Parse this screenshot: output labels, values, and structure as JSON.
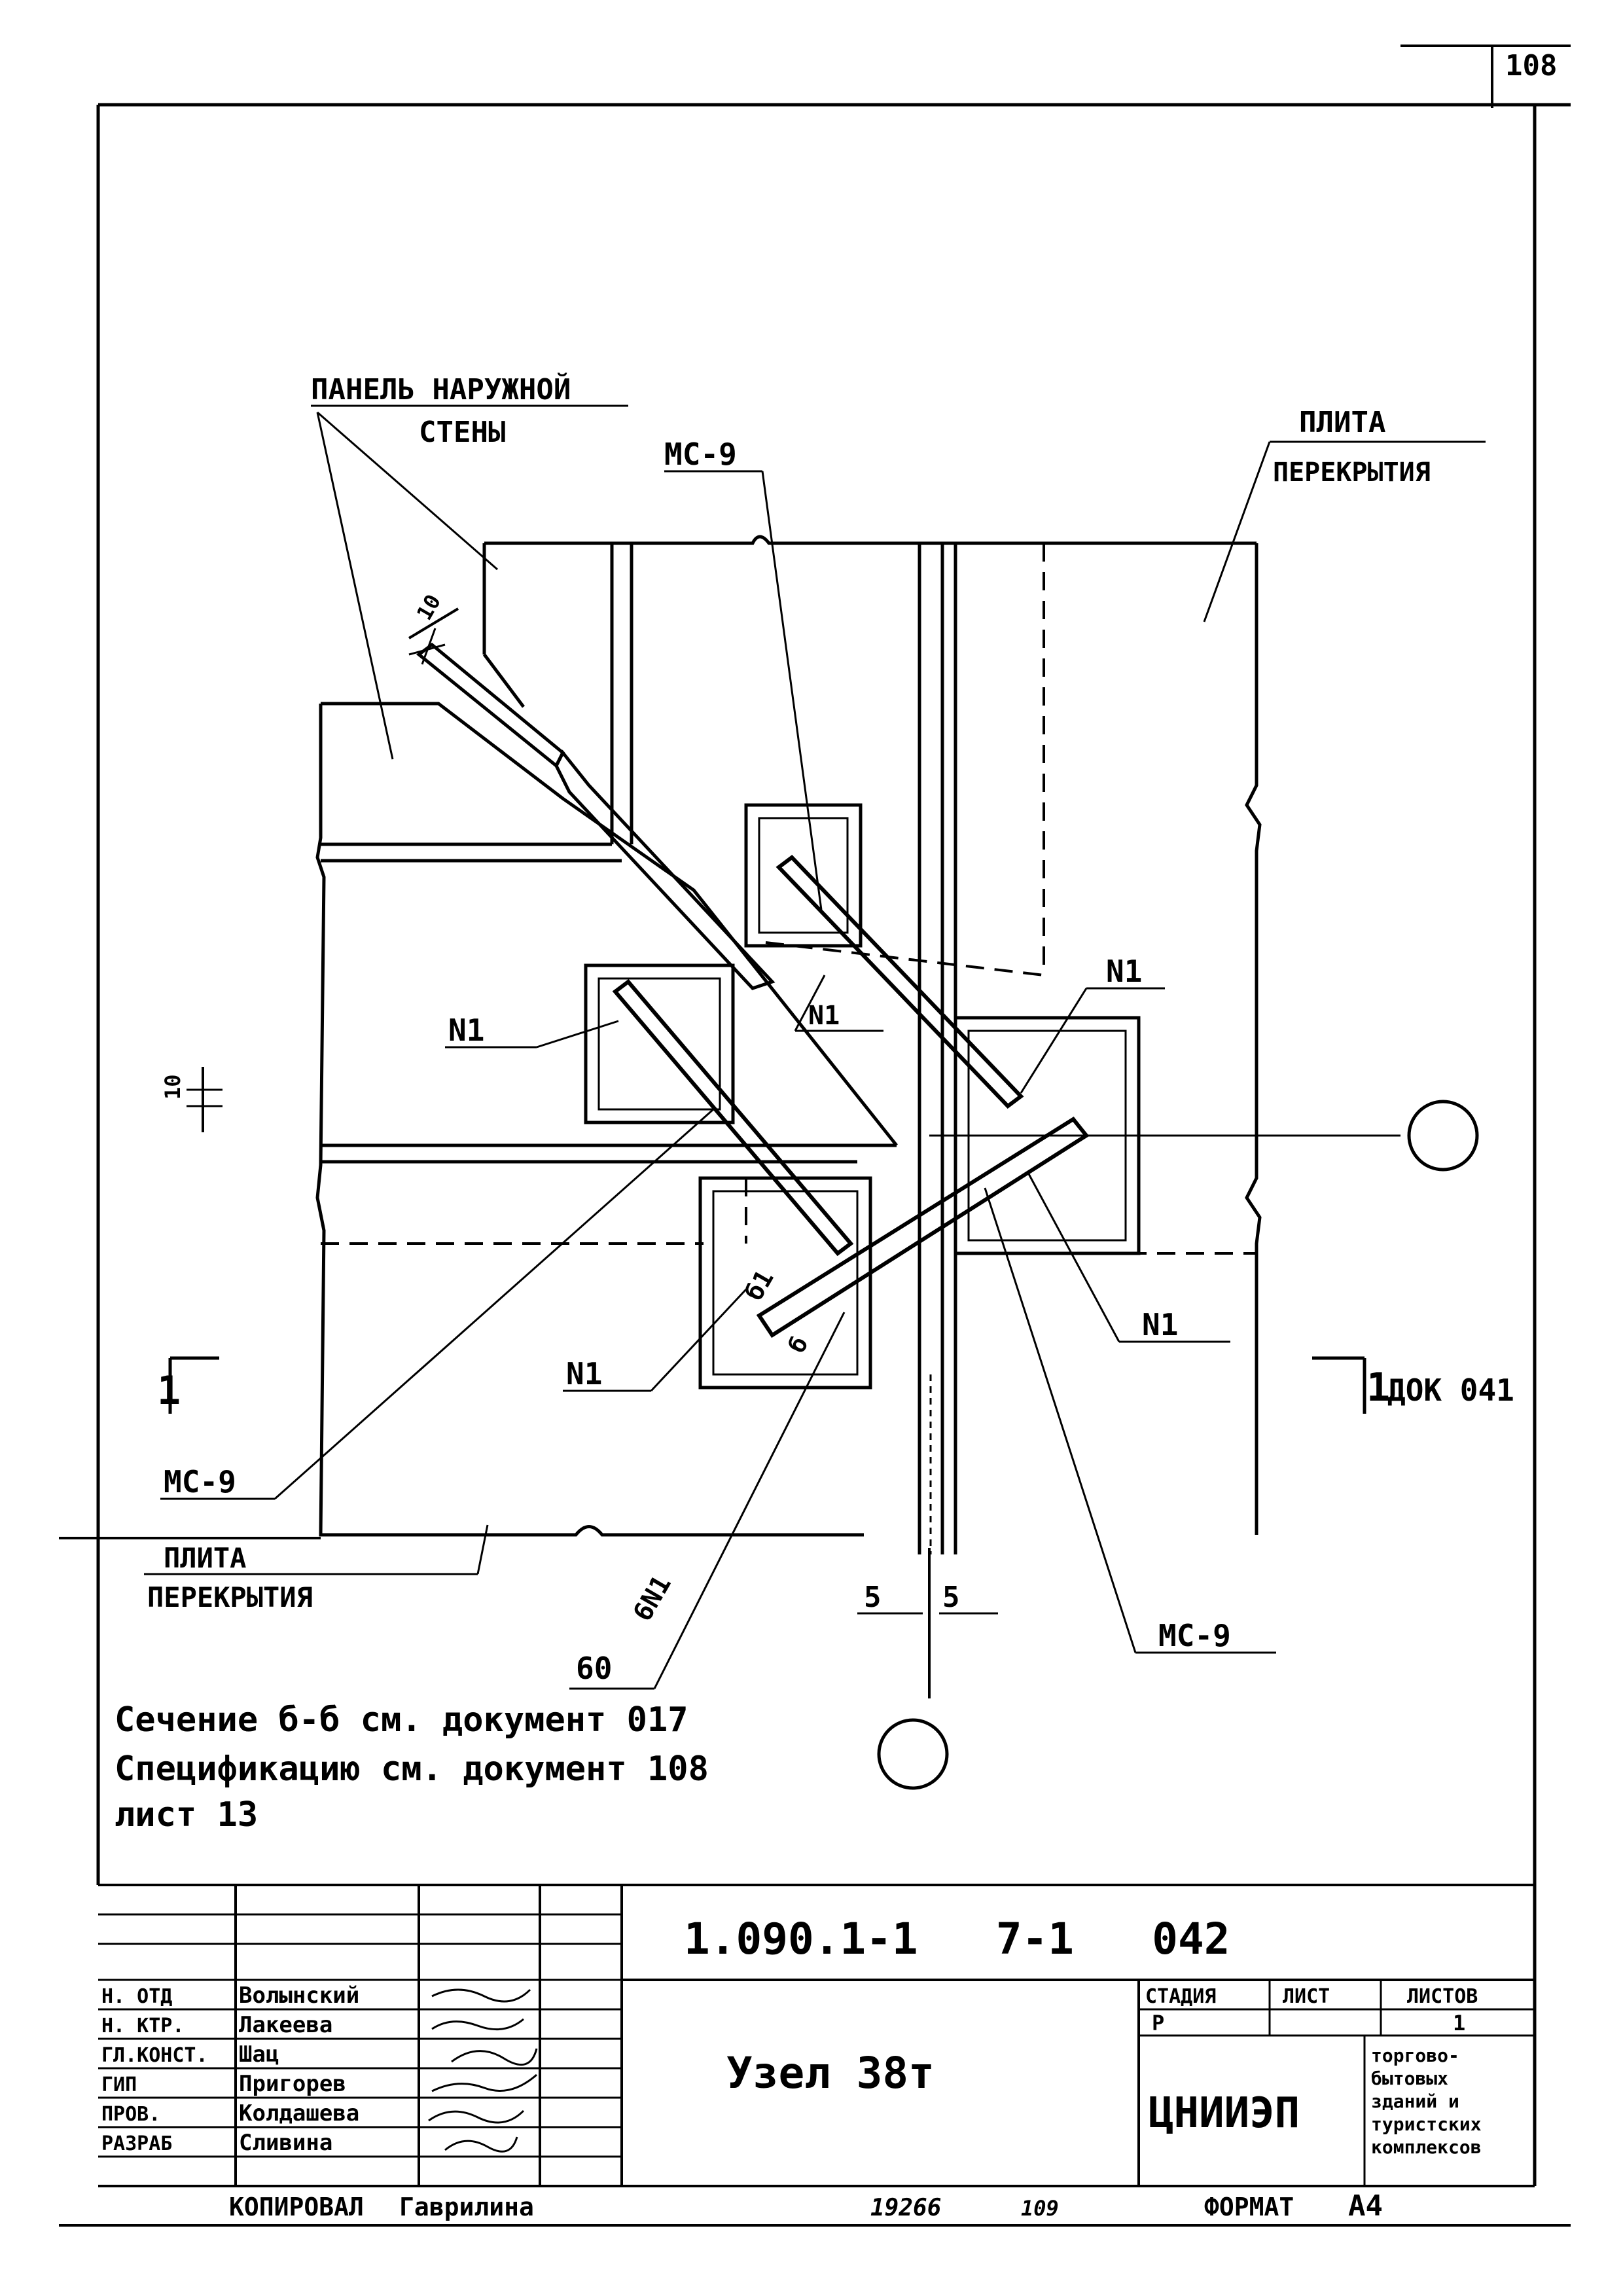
{
  "sheet": {
    "page_number": "108"
  },
  "labels": {
    "outer_wall_panel_line1": "ПАНЕЛЬ НАРУЖНОЙ",
    "outer_wall_panel_line2": "СТЕНЫ",
    "floor_slab_top_line1": "ПЛИТА",
    "floor_slab_top_line2": "ПЕРЕКРЫТИЯ",
    "floor_slab_bottom_line1": "ПЛИТА",
    "floor_slab_bottom_line2": "ПЕРЕКРЫТИЯ",
    "mc9_top": "МС-9",
    "mc9_left": "МС-9",
    "mc9_right": "МС-9",
    "n1_left": "N1",
    "n1_center": "N1",
    "n1_right_top": "N1",
    "n1_right_bottom": "N1",
    "n1_bottom_left": "N1",
    "weld_b1": "б1",
    "weld_b": "б",
    "weld_6n1": "6N1",
    "weld_60": "60",
    "dim_10_diag": "10",
    "dim_10_vert": "10",
    "dim_5_left": "5",
    "dim_5_right": "5",
    "section_mark_left": "1",
    "section_mark_right": "1",
    "section_ref_right": "ДОК 041"
  },
  "notes": [
    "Сечение б-б см. документ 017",
    "Спецификацию см. документ 108",
    "лист 13"
  ],
  "title_block": {
    "designation": "1.090.1-1   7-1   042",
    "drawing_title": "Узел 38т",
    "stage_header": "СТАДИЯ",
    "sheet_header": "ЛИСТ",
    "sheets_header": "ЛИСТОВ",
    "stage_value": "Р",
    "sheet_value": "",
    "sheets_value": "1",
    "organization": "ЦНИИЭП",
    "organization_desc": [
      "торгово-",
      "бытовых",
      "зданий и",
      "туристских",
      "комплексов"
    ],
    "signatures": [
      {
        "role": "Н. ОТД",
        "name": "Волынский"
      },
      {
        "role": "Н. КТР.",
        "name": "Лакеева"
      },
      {
        "role": "ГЛ.КОНСТ.",
        "name": "Шац"
      },
      {
        "role": "ГИП",
        "name": "Пригорев"
      },
      {
        "role": "ПРОВ.",
        "name": "Колдашева"
      },
      {
        "role": "РАЗРАБ",
        "name": "Сливина"
      }
    ],
    "copied_by_label": "КОПИРОВАЛ",
    "copied_by_name": "Гаврилина",
    "order_number": "19266",
    "copy_number": "109",
    "format_label": "ФОРМАТ",
    "format_value": "А4"
  }
}
